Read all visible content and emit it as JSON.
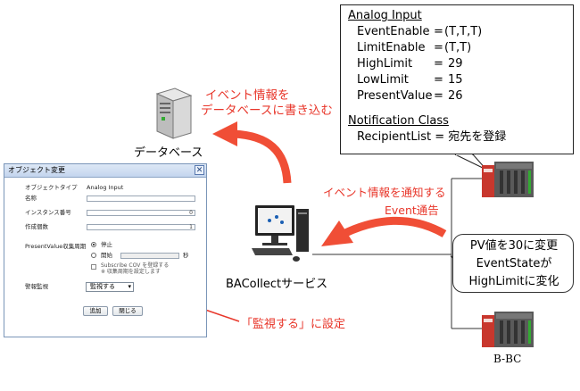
{
  "analog_input": {
    "heading": "Analog Input",
    "rows": [
      {
        "key": "EventEnable",
        "eq": "=",
        "value": "(T,T,T)"
      },
      {
        "key": "LimitEnable",
        "eq": "=",
        "value": "(T,T)"
      },
      {
        "key": "HighLimit",
        "eq": "=",
        "value": "29"
      },
      {
        "key": "LowLimit",
        "eq": "=",
        "value": "15"
      },
      {
        "key": "PresentValue",
        "eq": "=",
        "value": "26"
      }
    ]
  },
  "notification_class": {
    "heading": "Notification Class",
    "recipient": "RecipientList = 宛先を登録"
  },
  "labels": {
    "write_db_line1": "イベント情報を",
    "write_db_line2": "データベースに書き込む",
    "notify_event_info": "イベント情報を通知する",
    "event_notify": "Event通告",
    "database": "データベース",
    "bacollect": "BACollectサービス",
    "bbc": "B-BC",
    "set_monitor": "「監視する」に設定"
  },
  "bubble": {
    "line1": "PV値を30に変更",
    "line2": "EventStateが",
    "line3": "HighLimitに変化"
  },
  "dialog": {
    "title": "オブジェクト変更",
    "close_glyph": "✕",
    "object_type_label": "オブジェクトタイプ",
    "object_type_value": "Analog Input",
    "name_label": "名称",
    "instance_label": "インスタンス番号",
    "instance_value": "0",
    "count_label": "作成個数",
    "count_value": "1",
    "pv_cycle_label": "PresentValue収集周期",
    "stop_label": "停止",
    "start_label": "開始",
    "seconds_label": "秒",
    "subscribe_line1": "Subscribe COV を登録する",
    "subscribe_line2": "※ 収集周期を設定します",
    "alarm_label": "警報監視",
    "alarm_select_value": "監視する",
    "add_button": "追加",
    "close_button": "閉じる"
  },
  "colors": {
    "red": "#e8362a",
    "line": "#333333"
  }
}
